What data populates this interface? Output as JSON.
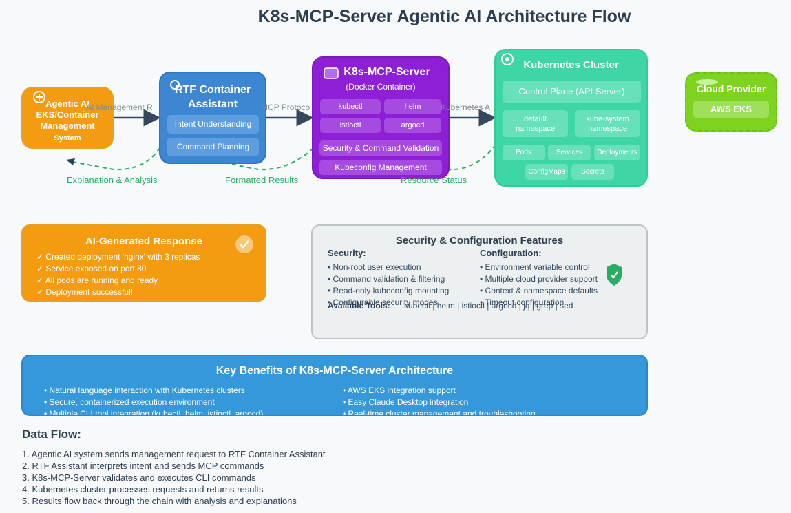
{
  "title": "K8s-MCP-Server Agentic AI Architecture Flow",
  "agent": {
    "lines": [
      "Agentic AI",
      "EKS/Container",
      "Management"
    ],
    "sub": "System"
  },
  "rtf": {
    "title_lines": [
      "RTF Container",
      "Assistant"
    ],
    "items": [
      "Intent Understanding",
      "Command Planning"
    ]
  },
  "mcp": {
    "title": "K8s-MCP-Server",
    "subtitle": "(Docker Container)",
    "tools": [
      "kubectl",
      "helm",
      "istioctl",
      "argocd"
    ],
    "bars": [
      "Security & Command Validation",
      "Kubeconfig Management"
    ]
  },
  "k8s": {
    "title": "Kubernetes Cluster",
    "control_plane": "Control Plane (API Server)",
    "namespaces": [
      [
        "default",
        "namespace"
      ],
      [
        "kube-system",
        "namespace"
      ]
    ],
    "resources": [
      "Pods",
      "Services",
      "Deployments",
      "ConfigMaps",
      "Secrets"
    ]
  },
  "cloud": {
    "title": "Cloud Provider",
    "badge": "AWS EKS"
  },
  "edges": {
    "e1": "AI Management R",
    "e2": "MCP Protoco",
    "e3": "Kubernetes A",
    "r1": "Explanation & Analysis",
    "r2": "Formatted Results",
    "r3": "Resource Status"
  },
  "response": {
    "title": "AI-Generated Response",
    "items": [
      "✓ Created deployment 'nginx' with 3 replicas",
      "✓ Service exposed on port 80",
      "✓ All pods are running and ready",
      "✓ Deployment successful!"
    ]
  },
  "features": {
    "title": "Security & Configuration Features",
    "security_heading": "Security:",
    "security": [
      "• Non-root user execution",
      "• Command validation & filtering",
      "• Read-only kubeconfig mounting",
      "• Configurable security modes"
    ],
    "config_heading": "Configuration:",
    "config": [
      "• Environment variable control",
      "• Multiple cloud provider support",
      "• Context & namespace defaults",
      "• Timeout configuration"
    ],
    "tools_label": "Available Tools:",
    "tools_value": "kubectl | helm | istioctl | argocd | jq | grep | sed"
  },
  "benefits": {
    "title": "Key Benefits of K8s-MCP-Server Architecture",
    "left": [
      "• Natural language interaction with Kubernetes clusters",
      "• Secure, containerized execution environment",
      "• Multiple CLI tool integration (kubectl, helm, istioctl, argocd)"
    ],
    "right": [
      "• AWS EKS integration support",
      "• Easy Claude Desktop integration",
      "• Real-time cluster management and troubleshooting"
    ]
  },
  "dataflow": {
    "title": "Data Flow:",
    "steps": [
      "1. Agentic AI system sends management request to RTF Container Assistant",
      "2. RTF Assistant interprets intent and sends MCP commands",
      "3. K8s-MCP-Server validates and executes CLI commands",
      "4. Kubernetes cluster processes requests and returns results",
      "5. Results flow back through the chain with analysis and explanations"
    ]
  },
  "colors": {
    "agent": "#f39c12",
    "rtf": "#3d86d2",
    "mcp": "#8e1fd6",
    "k8s": "#3ed6a6",
    "cloud": "#7ed321",
    "benefits": "#3498db",
    "return_arrow": "#27ae60"
  }
}
